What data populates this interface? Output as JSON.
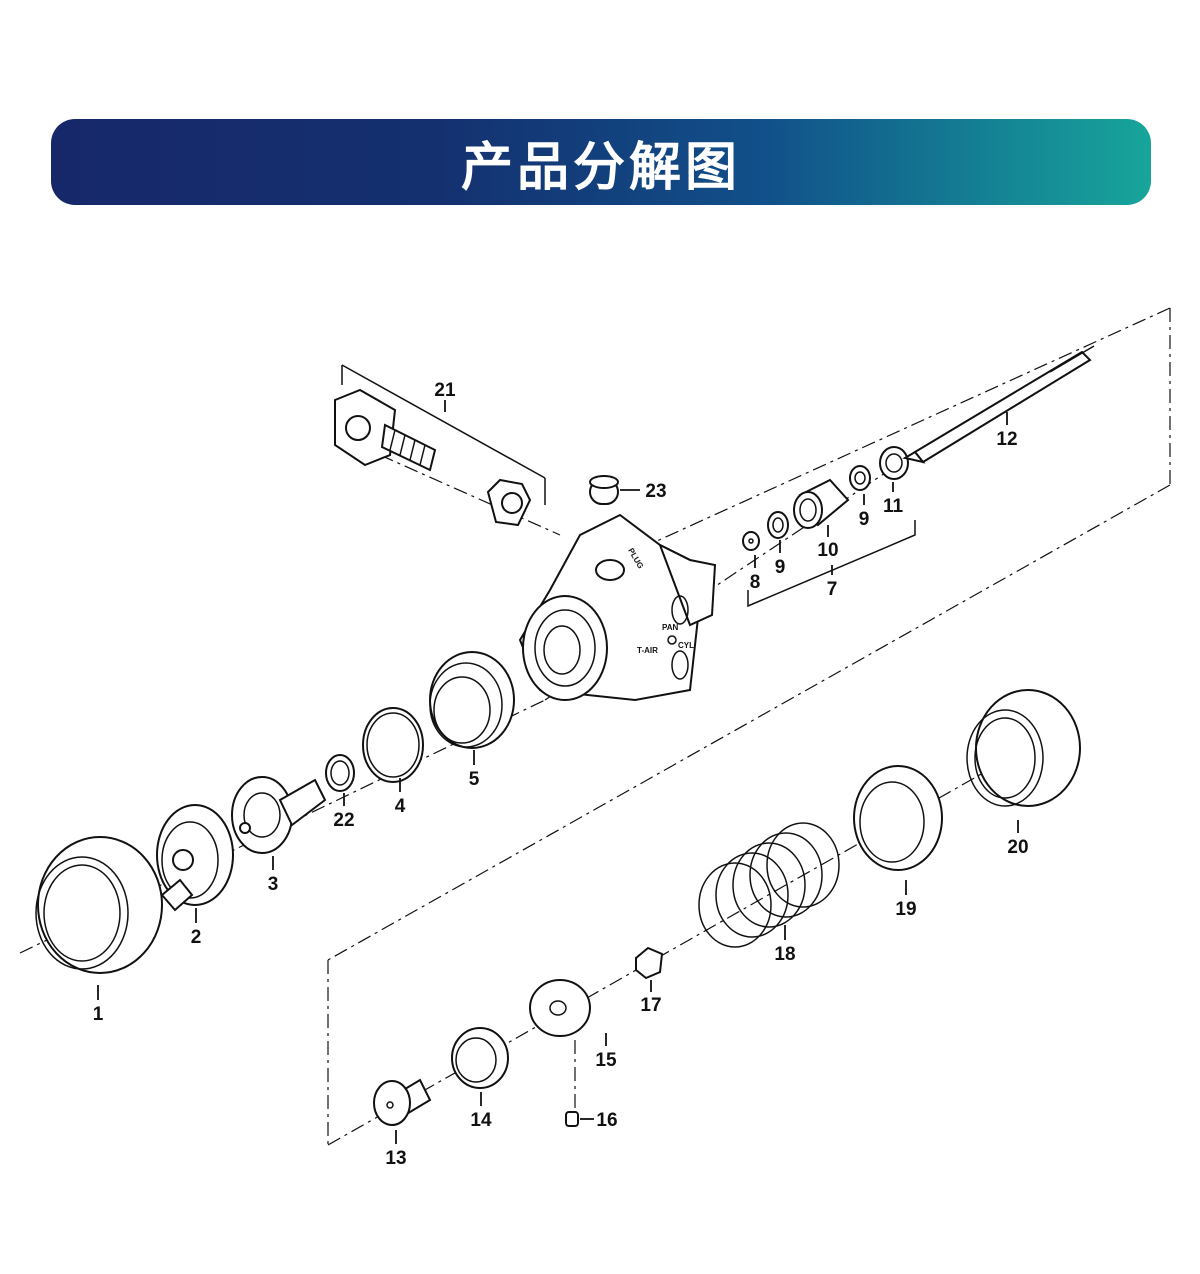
{
  "header": {
    "title": "产品分解图"
  },
  "diagram": {
    "callouts": [
      {
        "id": "1",
        "label": "1"
      },
      {
        "id": "2",
        "label": "2"
      },
      {
        "id": "3",
        "label": "3"
      },
      {
        "id": "4",
        "label": "4"
      },
      {
        "id": "5",
        "label": "5"
      },
      {
        "id": "7",
        "label": "7"
      },
      {
        "id": "8",
        "label": "8"
      },
      {
        "id": "9a",
        "label": "9"
      },
      {
        "id": "9b",
        "label": "9"
      },
      {
        "id": "10",
        "label": "10"
      },
      {
        "id": "11",
        "label": "11"
      },
      {
        "id": "12",
        "label": "12"
      },
      {
        "id": "13",
        "label": "13"
      },
      {
        "id": "14",
        "label": "14"
      },
      {
        "id": "15",
        "label": "15"
      },
      {
        "id": "16",
        "label": "16"
      },
      {
        "id": "17",
        "label": "17"
      },
      {
        "id": "18",
        "label": "18"
      },
      {
        "id": "19",
        "label": "19"
      },
      {
        "id": "20",
        "label": "20"
      },
      {
        "id": "21",
        "label": "21"
      },
      {
        "id": "22",
        "label": "22"
      },
      {
        "id": "23",
        "label": "23"
      }
    ],
    "body_markings": {
      "plug": "PLUG",
      "pan": "PAN",
      "t_air": "T-AIR",
      "cyl": "CYL"
    }
  }
}
